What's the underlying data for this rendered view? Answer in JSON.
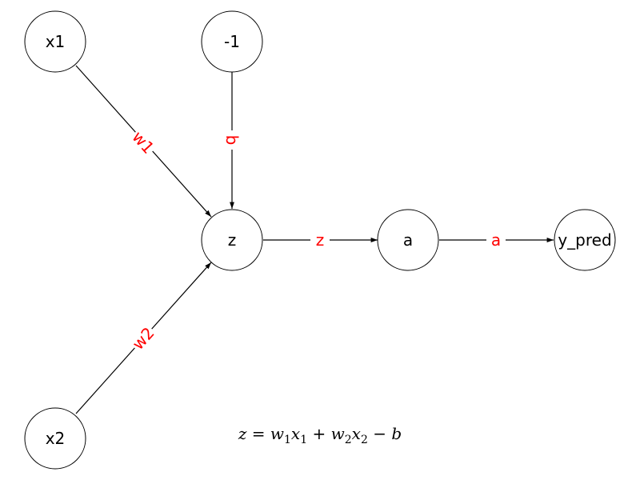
{
  "colors": {
    "node_stroke": "#000000",
    "edge": "#000000",
    "edge_label": "#ff0000",
    "background": "#ffffff"
  },
  "nodes": {
    "x1": {
      "label": "x1"
    },
    "bias": {
      "label": "-1"
    },
    "x2": {
      "label": "x2"
    },
    "z": {
      "label": "z"
    },
    "a": {
      "label": "a"
    },
    "y_pred": {
      "label": "y_pred"
    }
  },
  "edges": {
    "x1_z": {
      "label": "w1"
    },
    "bias_z": {
      "label": "b"
    },
    "x2_z": {
      "label": "w2"
    },
    "z_a": {
      "label": "z"
    },
    "a_y": {
      "label": "a"
    }
  },
  "formula": {
    "z": "z",
    "eq": " = ",
    "w1": "w",
    "w1_sub": "1",
    "x1": "x",
    "x1_sub": "1",
    "plus": " + ",
    "w2": "w",
    "w2_sub": "2",
    "x2": "x",
    "x2_sub": "2",
    "minus": " − ",
    "b": "b"
  }
}
